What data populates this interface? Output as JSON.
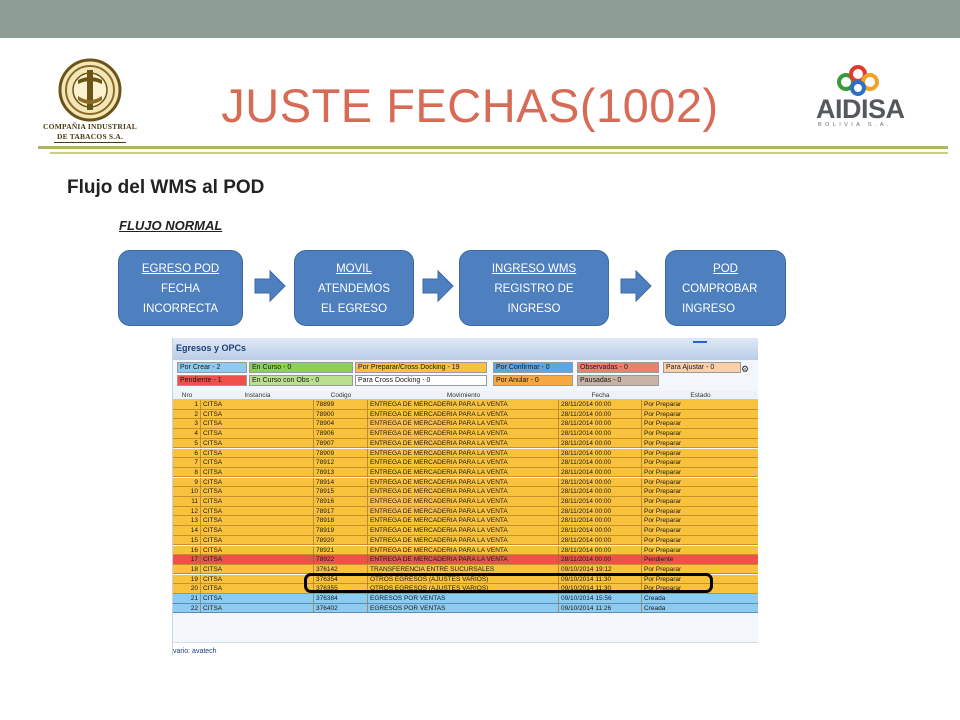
{
  "slide": {
    "title": "JUSTE FECHAS(1002)",
    "subtitle": "Flujo del WMS al POD",
    "flow_label": "FLUJO NORMAL"
  },
  "logos": {
    "left_line1": "COMPAÑIA INDUSTRIAL",
    "left_line2": "DE TABACOS S.A.",
    "right_word": "AIDISA",
    "right_sub": "BOLIVIA S.A."
  },
  "flow": [
    {
      "title": "EGRESO POD",
      "lines": [
        "FECHA",
        "INCORRECTA"
      ]
    },
    {
      "title": "MOVIL",
      "lines": [
        "ATENDEMOS",
        "EL EGRESO"
      ]
    },
    {
      "title": "INGRESO WMS",
      "lines": [
        "REGISTRO DE",
        "INGRESO"
      ]
    },
    {
      "title": "POD",
      "lines": [
        "COMPROBAR",
        "INGRESO"
      ]
    }
  ],
  "app": {
    "title": "Egresos y  OPCs",
    "filters": [
      {
        "label": "Por Crear - 2",
        "color": "#8ecbf0"
      },
      {
        "label": "En Curso - 0",
        "color": "#8cd24a"
      },
      {
        "label": "Por Preparar/Cross Docking - 19",
        "color": "#f9c23c"
      },
      {
        "label": "Por Confirmar - 0",
        "color": "#5aa6e6"
      },
      {
        "label": "Observadas - 0",
        "color": "#f07d6e"
      },
      {
        "label": "Para Ajustar - 0",
        "color": "#fbd0a8"
      },
      {
        "label": "Pendiente - 1",
        "color": "#f0504a"
      },
      {
        "label": "En Curso con Obs - 0",
        "color": "#b9e08e"
      },
      {
        "label": "Para Cross Docking - 0",
        "color": "#ffffff"
      },
      {
        "label": "Por Anular - 0",
        "color": "#f5a742"
      },
      {
        "label": "Pausadas - 0",
        "color": "#c9b3a4"
      }
    ],
    "columns": [
      "Nro",
      "Instancia",
      "Codigo",
      "Movimiento",
      "Fecha",
      "Estado"
    ],
    "rows": [
      {
        "nro": "1",
        "inst": "CITSA",
        "cod": "78899",
        "mov": "ENTREGA DE MERCADERIA PARA LA VENTA",
        "fecha": "28/11/2014 00:00",
        "estado": "Por Preparar",
        "color": "#f9c23c"
      },
      {
        "nro": "2",
        "inst": "CITSA",
        "cod": "78900",
        "mov": "ENTREGA DE MERCADERIA PARA LA VENTA",
        "fecha": "28/11/2014 00:00",
        "estado": "Por Preparar",
        "color": "#f9c23c"
      },
      {
        "nro": "3",
        "inst": "CITSA",
        "cod": "78904",
        "mov": "ENTREGA DE MERCADERIA PARA LA VENTA",
        "fecha": "28/11/2014 00:00",
        "estado": "Por Preparar",
        "color": "#f9c23c"
      },
      {
        "nro": "4",
        "inst": "CITSA",
        "cod": "78906",
        "mov": "ENTREGA DE MERCADERIA PARA LA VENTA",
        "fecha": "28/11/2014 00:00",
        "estado": "Por Preparar",
        "color": "#f9c23c"
      },
      {
        "nro": "5",
        "inst": "CITSA",
        "cod": "78907",
        "mov": "ENTREGA DE MERCADERIA PARA LA VENTA",
        "fecha": "28/11/2014 00:00",
        "estado": "Por Preparar",
        "color": "#f9c23c"
      },
      {
        "nro": "6",
        "inst": "CITSA",
        "cod": "78909",
        "mov": "ENTREGA DE MERCADERIA PARA LA VENTA",
        "fecha": "28/11/2014 00:00",
        "estado": "Por Preparar",
        "color": "#f9c23c"
      },
      {
        "nro": "7",
        "inst": "CITSA",
        "cod": "78912",
        "mov": "ENTREGA DE MERCADERIA PARA LA VENTA",
        "fecha": "28/11/2014 00:00",
        "estado": "Por Preparar",
        "color": "#f9c23c"
      },
      {
        "nro": "8",
        "inst": "CITSA",
        "cod": "78913",
        "mov": "ENTREGA DE MERCADERIA PARA LA VENTA",
        "fecha": "28/11/2014 00:00",
        "estado": "Por Preparar",
        "color": "#f9c23c"
      },
      {
        "nro": "9",
        "inst": "CITSA",
        "cod": "78914",
        "mov": "ENTREGA DE MERCADERIA PARA LA VENTA",
        "fecha": "28/11/2014 00:00",
        "estado": "Por Preparar",
        "color": "#f9c23c"
      },
      {
        "nro": "10",
        "inst": "CITSA",
        "cod": "78915",
        "mov": "ENTREGA DE MERCADERIA PARA LA VENTA",
        "fecha": "28/11/2014 00:00",
        "estado": "Por Preparar",
        "color": "#f9c23c"
      },
      {
        "nro": "11",
        "inst": "CITSA",
        "cod": "78916",
        "mov": "ENTREGA DE MERCADERIA PARA LA VENTA",
        "fecha": "28/11/2014 00:00",
        "estado": "Por Preparar",
        "color": "#f9c23c"
      },
      {
        "nro": "12",
        "inst": "CITSA",
        "cod": "78917",
        "mov": "ENTREGA DE MERCADERIA PARA LA VENTA",
        "fecha": "28/11/2014 00:00",
        "estado": "Por Preparar",
        "color": "#f9c23c"
      },
      {
        "nro": "13",
        "inst": "CITSA",
        "cod": "78918",
        "mov": "ENTREGA DE MERCADERIA PARA LA VENTA",
        "fecha": "28/11/2014 00:00",
        "estado": "Por Preparar",
        "color": "#f9c23c"
      },
      {
        "nro": "14",
        "inst": "CITSA",
        "cod": "78919",
        "mov": "ENTREGA DE MERCADERIA PARA LA VENTA",
        "fecha": "28/11/2014 00:00",
        "estado": "Por Preparar",
        "color": "#f9c23c"
      },
      {
        "nro": "15",
        "inst": "CITSA",
        "cod": "78920",
        "mov": "ENTREGA DE MERCADERIA PARA LA VENTA",
        "fecha": "28/11/2014 00:00",
        "estado": "Por Preparar",
        "color": "#f9c23c"
      },
      {
        "nro": "16",
        "inst": "CITSA",
        "cod": "78921",
        "mov": "ENTREGA DE MERCADERIA PARA LA VENTA",
        "fecha": "28/11/2014 00:00",
        "estado": "Por Preparar",
        "color": "#f9c23c"
      },
      {
        "nro": "17",
        "inst": "CITSA",
        "cod": "78922",
        "mov": "ENTREGA DE MERCADERIA PARA LA VENTA",
        "fecha": "28/11/2014 00:00",
        "estado": "Pendiente",
        "color": "#f0504a"
      },
      {
        "nro": "18",
        "inst": "CITSA",
        "cod": "376142",
        "mov": "TRANSFERENCIA ENTRE SUCURSALES",
        "fecha": "09/10/2014 19:12",
        "estado": "Por Preparar",
        "color": "#f9c23c"
      },
      {
        "nro": "19",
        "inst": "CITSA",
        "cod": "376354",
        "mov": "OTROS EGRESOS (AJUSTES VARIOS)",
        "fecha": "09/10/2014 11:30",
        "estado": "Por Preparar",
        "color": "#f9c23c"
      },
      {
        "nro": "20",
        "inst": "CITSA",
        "cod": "376355",
        "mov": "OTROS EGRESOS (AJUSTES VARIOS)",
        "fecha": "09/10/2014 11:30",
        "estado": "Por Preparar",
        "color": "#f9c23c"
      },
      {
        "nro": "21",
        "inst": "CITSA",
        "cod": "376384",
        "mov": "EGRESOS POR VENTAS",
        "fecha": "09/10/2014 15:56",
        "estado": "Creada",
        "color": "#8ecbf0"
      },
      {
        "nro": "22",
        "inst": "CITSA",
        "cod": "376402",
        "mov": "EGRESOS POR VENTAS",
        "fecha": "09/10/2014 11:26",
        "estado": "Creada",
        "color": "#8ecbf0"
      }
    ],
    "footer": "vario: avatech"
  }
}
